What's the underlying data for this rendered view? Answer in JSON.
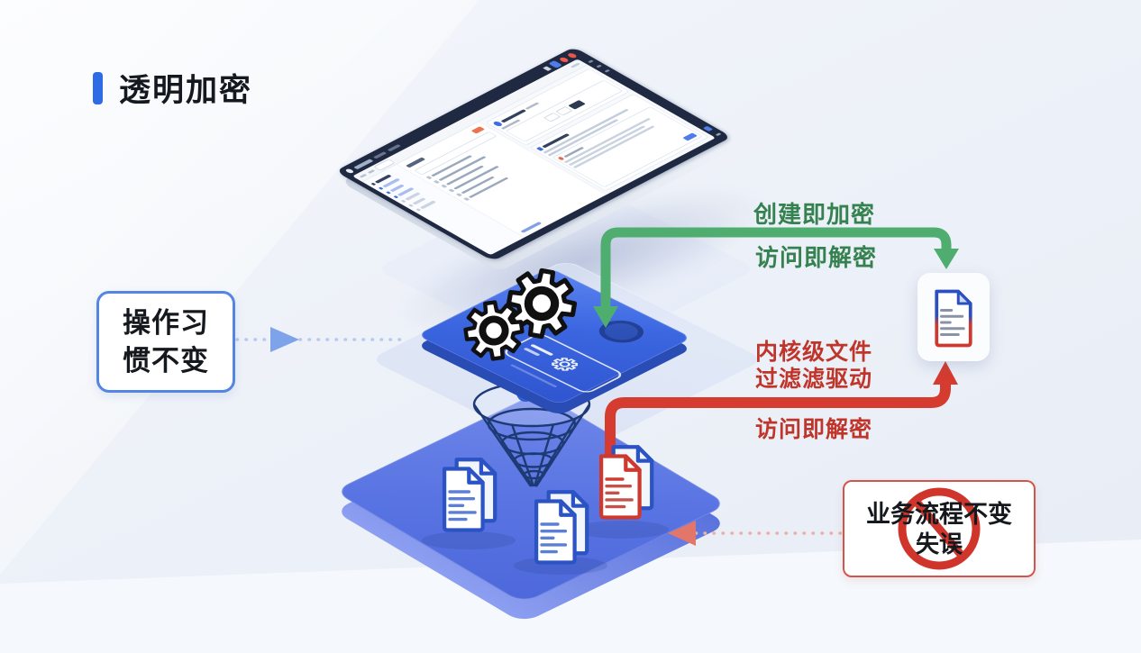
{
  "title": {
    "text": "透明加密",
    "bar_color": "#2e6be5"
  },
  "left_callout": {
    "lines": [
      "操作习",
      "惯不变"
    ],
    "border_color": "#5585e2"
  },
  "right_callout": {
    "lines": [
      "业务流程不变",
      "失误"
    ],
    "border_color": "#d2544b",
    "icon": "prohibition-icon"
  },
  "green_flow": {
    "label_top": "创建即加密",
    "label_bottom": "访问即解密",
    "arrow_color": "#4fae6f",
    "text_color": "#35814f"
  },
  "red_flow": {
    "label_top_lines": [
      "内核级文件",
      "过滤滤驱动"
    ],
    "label_bottom": "访问即解密",
    "arrow_color": "#d63b2f",
    "text_color": "#c0352a"
  },
  "diagram": {
    "layers": [
      {
        "name": "application-screenshot-layer",
        "icon": "app-window-screenshot"
      },
      {
        "name": "encryption-engine-layer",
        "icon": "gears-icon"
      },
      {
        "name": "kernel-filter-layer",
        "icon": "funnel-icon"
      },
      {
        "name": "file-storage-layer",
        "icons": [
          "document-stack-icon",
          "document-stack-icon",
          "encrypted-document-stack-icon"
        ]
      }
    ],
    "output_icon": "encrypted-decrypted-document-icon"
  },
  "colors": {
    "platform_blue": "#5873e2",
    "plate_blue": "#3b66e0",
    "wireframe_navy": "#1d3a75",
    "doc_border_blue": "#2b53c4",
    "doc_border_red": "#cd392e",
    "background": "#edf1f8"
  }
}
